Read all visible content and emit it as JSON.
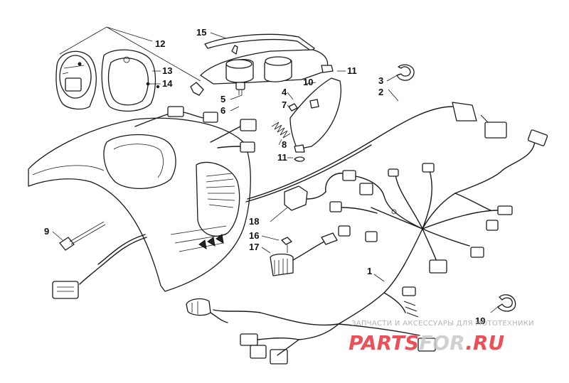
{
  "diagram": {
    "callouts": {
      "c1": "1",
      "c2": "2",
      "c3": "3",
      "c4": "4",
      "c5": "5",
      "c6": "6",
      "c7": "7",
      "c8": "8",
      "c9": "9",
      "c10": "10",
      "c11a": "11",
      "c11b": "11",
      "c12": "12",
      "c13": "13",
      "c14": "14",
      "c15": "15",
      "c16": "16",
      "c17": "17",
      "c18": "18",
      "c19": "19"
    }
  },
  "watermark": {
    "tagline": "ЗАПЧАСТИ И АКСЕССУАРЫ ДЛЯ МОТОТЕХНИКИ",
    "logo_main": "PARTS",
    "logo_accent": "FOR",
    "logo_domain": ".RU",
    "colors": {
      "main": "#e8323c",
      "accent": "#c8c8c8"
    }
  }
}
